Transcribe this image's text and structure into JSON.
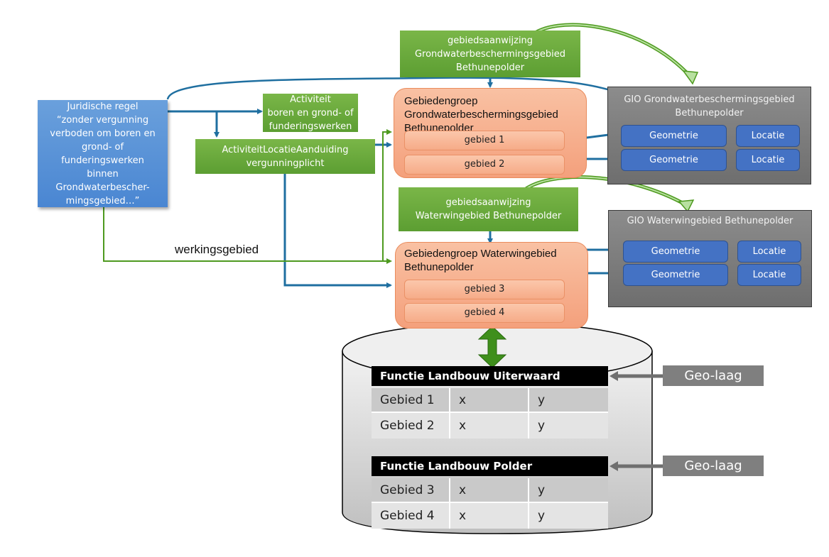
{
  "juridische_regel": {
    "lines": [
      "Juridische regel",
      "“zonder vergunning",
      "verboden om boren en",
      "grond- of",
      "funderingswerken",
      "binnen",
      "Grondwaterbescher-",
      "mingsgebied…”"
    ]
  },
  "activiteit": {
    "lines": [
      "Activiteit",
      "boren en grond- of",
      "funderingswerken"
    ]
  },
  "activiteit_locatie": {
    "lines": [
      "ActiviteitLocatieAanduiding",
      "vergunningplicht"
    ]
  },
  "gebiedsaanwijzing_1": {
    "lines": [
      "gebiedsaanwijzing",
      "Grondwaterbeschermingsgebied",
      "Bethunepolder"
    ]
  },
  "gebiedsaanwijzing_2": {
    "lines": [
      "gebiedsaanwijzing",
      "Waterwingebied Bethunepolder"
    ]
  },
  "gebiedengroep_1": {
    "title_lines": [
      "Gebiedengroep",
      "Grondwaterbeschermingsgebied",
      "Bethunepolder"
    ],
    "items": [
      "gebied 1",
      "gebied 2"
    ]
  },
  "gebiedengroep_2": {
    "title_lines": [
      "Gebiedengroep Waterwingebied",
      "Bethunepolder"
    ],
    "items": [
      "gebied 3",
      "gebied 4"
    ]
  },
  "gio_1": {
    "title_lines": [
      "GIO Grondwaterbeschermingsgebied",
      "Bethunepolder"
    ],
    "geometrie": "Geometrie",
    "locatie": "Locatie"
  },
  "gio_2": {
    "title_lines": [
      "GIO Waterwingebied Bethunepolder"
    ],
    "geometrie": "Geometrie",
    "locatie": "Locatie"
  },
  "werkingsgebied_label": "werkingsgebied",
  "database": {
    "tables": [
      {
        "title": "Functie Landbouw Uiterwaard",
        "rows": [
          [
            "Gebied 1",
            "x",
            "y"
          ],
          [
            "Gebied 2",
            "x",
            "y"
          ]
        ]
      },
      {
        "title": "Functie Landbouw Polder",
        "rows": [
          [
            "Gebied 3",
            "x",
            "y"
          ],
          [
            "Gebied 4",
            "x",
            "y"
          ]
        ]
      }
    ],
    "geo_laag_labels": [
      "Geo-laag",
      "Geo-laag"
    ]
  },
  "colors": {
    "blue_connector": "#1f6fa0",
    "green_connector": "#4e9a1f",
    "blue_box": "#5b93d6",
    "green_box": "#6aab3c",
    "orange_box": "#f7b08f",
    "grey_box": "#7d7d7d",
    "geometrie": "#4472c4"
  }
}
